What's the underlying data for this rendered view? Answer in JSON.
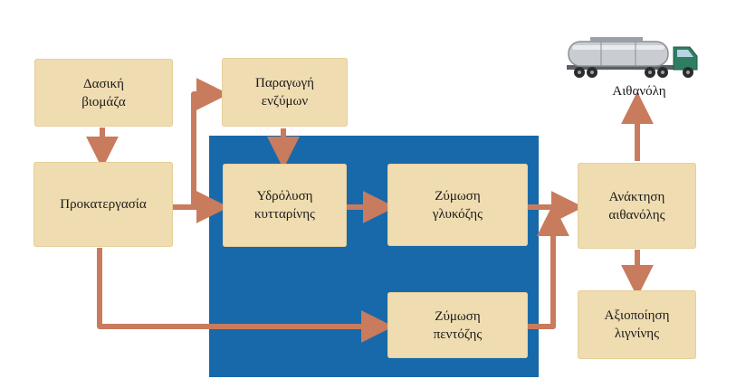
{
  "colors": {
    "box_fill": "#efdcb0",
    "arrow": "#c97b5d",
    "process_region": "#1769aa"
  },
  "nodes": {
    "forest_biomass": "Δασική\nβιομάζα",
    "enzyme_production": "Παραγωγή\nενζύμων",
    "pretreatment": "Προκατεργασία",
    "cellulose_hydrolysis": "Υδρόλυση\nκυτταρίνης",
    "glucose_fermentation": "Ζύμωση\nγλυκόζης",
    "pentose_fermentation": "Ζύμωση\nπεντόζης",
    "ethanol_recovery": "Ανάκτηση\nαιθανόλης",
    "lignin_utilization": "Αξιοποίηση\nλιγνίνης"
  },
  "output": {
    "ethanol_label": "Αιθανόλη",
    "truck_icon": "tanker-truck-icon"
  }
}
